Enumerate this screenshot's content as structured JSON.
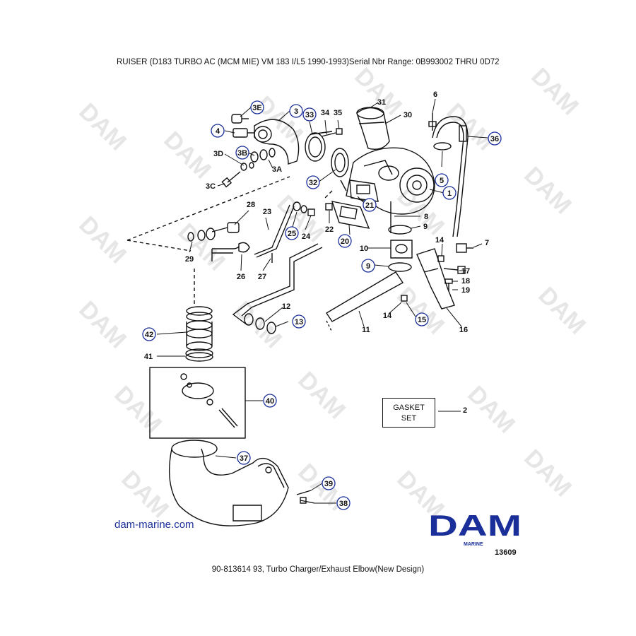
{
  "header": {
    "title": "RUISER (D183 TURBO AC (MCM  MIE) VM 183 I/L5   1990-1993)Serial Nbr Range: 0B993002 THRU 0D72"
  },
  "footer": {
    "caption": "90-813614 93, Turbo Charger/Exhaust Elbow(New Design)"
  },
  "website": "dam-marine.com",
  "logo": {
    "word": "DAM",
    "sub": "MARINE",
    "color": "#1a2f9a"
  },
  "drawing_number": "13609",
  "watermark": "DAM",
  "gasket": {
    "line1": "GASKET",
    "line2": "SET",
    "part": "2"
  },
  "callouts": {
    "circled": [
      "3E",
      "3",
      "33",
      "4",
      "3B",
      "32",
      "21",
      "20",
      "25",
      "1",
      "5",
      "36",
      "9",
      "13",
      "15",
      "42",
      "40",
      "37",
      "39",
      "38"
    ],
    "plain": [
      "31",
      "30",
      "34",
      "35",
      "6",
      "3D",
      "3A",
      "3C",
      "28",
      "23",
      "22",
      "24",
      "8",
      "10",
      "29",
      "26",
      "27",
      "7",
      "14",
      "17",
      "18",
      "19",
      "12",
      "11",
      "16",
      "41"
    ]
  }
}
